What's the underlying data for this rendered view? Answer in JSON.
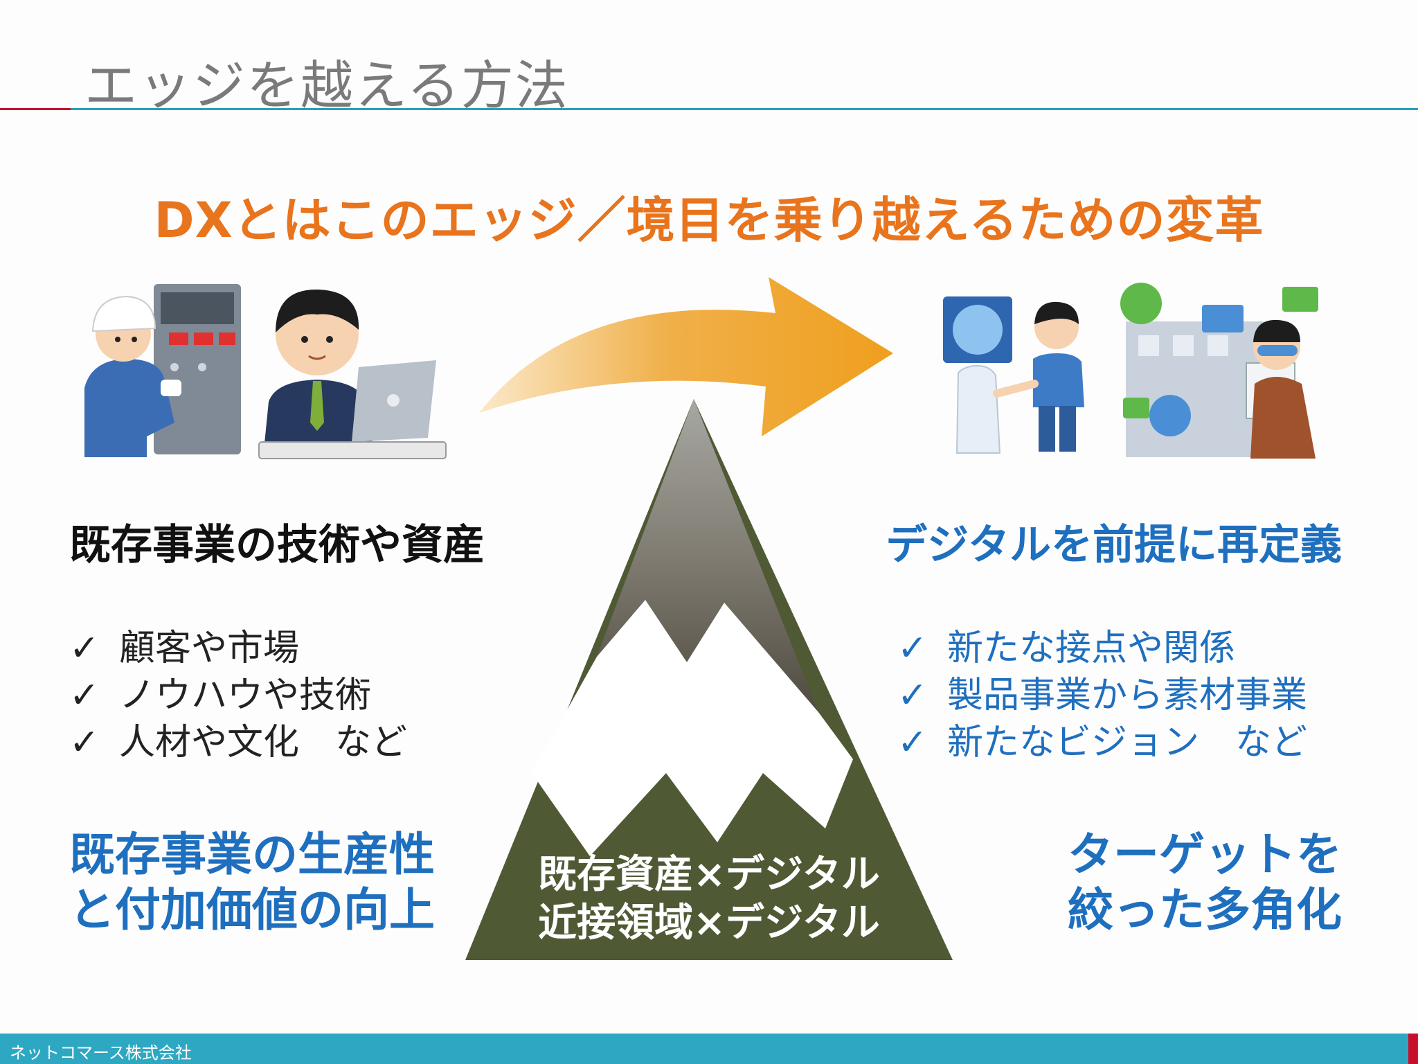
{
  "slide": {
    "title": "エッジを越える方法",
    "headline": "DXとはこのエッジ／境目を乗り越えるための変革"
  },
  "left": {
    "heading": "既存事業の技術や資産",
    "items": [
      "顧客や市場",
      "ノウハウや技術",
      "人材や文化　など"
    ],
    "outcome_line1": "既存事業の生産性",
    "outcome_line2": "と付加価値の向上"
  },
  "right": {
    "heading": "デジタルを前提に再定義",
    "items": [
      "新たな接点や関係",
      "製品事業から素材事業",
      "新たなビジョン　など"
    ],
    "outcome_line1": "ターゲットを",
    "outcome_line2": "絞った多角化"
  },
  "mountain": {
    "line1": "既存資産×デジタル",
    "line2": "近接領域×デジタル"
  },
  "check_mark": "✓",
  "footer": {
    "company": "ネットコマース株式会社"
  },
  "colors": {
    "headline": "#e8741d",
    "blue": "#1f6fbf",
    "footer_bar": "#2ea8c2",
    "accent_red": "#c8102e",
    "mountain_base": "#4f5a35"
  },
  "icons": [
    "worker-illustration",
    "businessman-laptop-illustration",
    "ai-handshake-illustration",
    "smart-city-illustration",
    "curved-arrow",
    "mountain"
  ]
}
